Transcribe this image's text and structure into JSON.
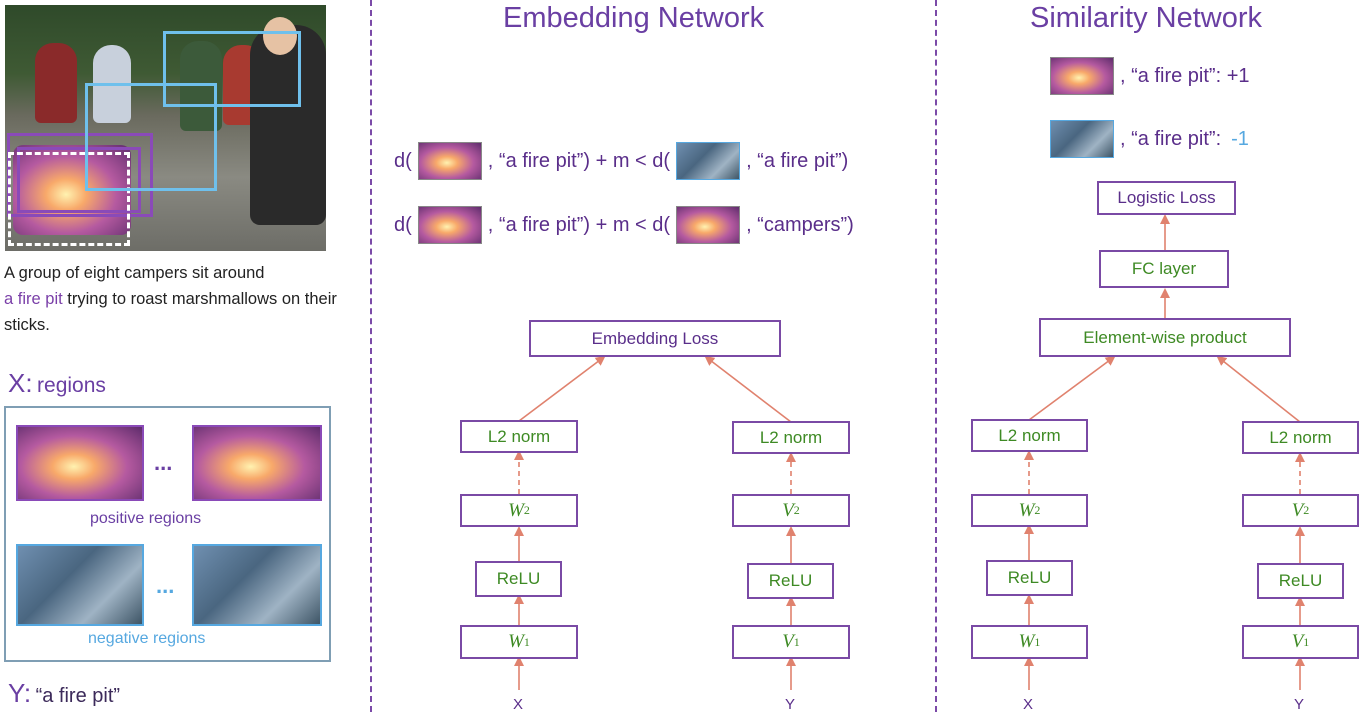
{
  "panels": {
    "embedding": {
      "title": "Embedding Network"
    },
    "similarity": {
      "title": "Similarity Network"
    }
  },
  "left": {
    "caption_before": "A group of eight campers sit around",
    "caption_highlight": "a fire pit",
    "caption_after": "trying to roast marshmallows on their sticks.",
    "x_prefix": "X:",
    "x_label": "regions",
    "ellipsis": "...",
    "positive_label": "positive regions",
    "negative_label": "negative regions",
    "y_prefix": "Y:",
    "y_label": "“a fire pit”"
  },
  "equations": {
    "d_open": "d(",
    "row1_mid": ", “a fire pit”) + m < d(",
    "row1_end": ", “a fire pit”)",
    "row2_mid": ", “a fire pit”) + m < d(",
    "row2_end": ", “campers”)"
  },
  "embedding": {
    "loss": "Embedding Loss",
    "left": {
      "l2": "L2 norm",
      "w2": "W",
      "w2_sub": "2",
      "relu": "ReLU",
      "w1": "W",
      "w1_sub": "1",
      "input": "X"
    },
    "right": {
      "l2": "L2 norm",
      "w2": "V",
      "w2_sub": "2",
      "relu": "ReLU",
      "w1": "V",
      "w1_sub": "1",
      "input": "Y"
    }
  },
  "similarity": {
    "pair1_text": ", “a fire pit”: +1",
    "pair2_text": ", “a fire pit”:",
    "pair2_value": "-1",
    "logistic": "Logistic Loss",
    "fc": "FC layer",
    "product": "Element-wise product",
    "left": {
      "l2": "L2 norm",
      "w2": "W",
      "w2_sub": "2",
      "relu": "ReLU",
      "w1": "W",
      "w1_sub": "1",
      "input": "X"
    },
    "right": {
      "l2": "L2 norm",
      "w2": "V",
      "w2_sub": "2",
      "relu": "ReLU",
      "w1": "V",
      "w1_sub": "1",
      "input": "Y"
    }
  },
  "colors": {
    "purple": "#6a3fa3",
    "green": "#3e8a24",
    "blue": "#56a8e0",
    "arrow": "#e0826e"
  }
}
